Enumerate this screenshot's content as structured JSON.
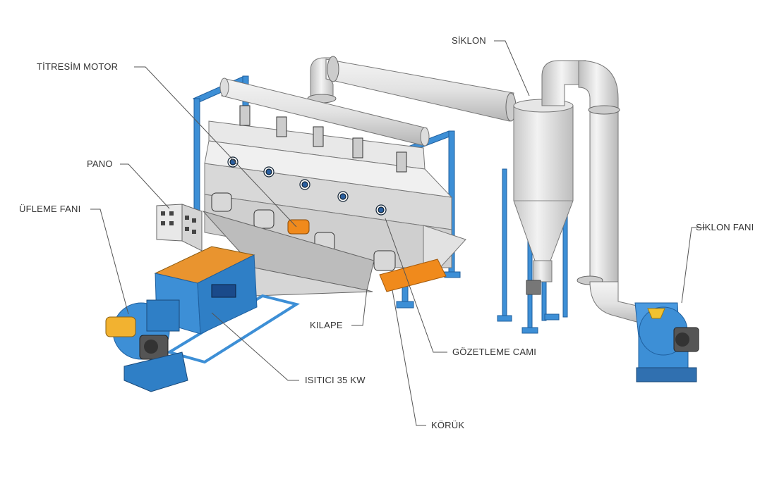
{
  "diagram": {
    "labels": {
      "siklon": "SİKLON",
      "titresim_motor": "TİTRESİM MOTOR",
      "pano": "PANO",
      "ufleme_fani": "ÜFLEME FANI",
      "siklon_fani": "SİKLON FANI",
      "kilape": "KILAPE",
      "gozetleme_cami": "GÖZETLEME CAMI",
      "isitici": "ISITICI 35 KW",
      "koruk": "KÖRÜK"
    },
    "colors": {
      "frame_blue": "#3d8fd6",
      "dark_blue": "#1f5f9e",
      "duct_grey": "#dcdcdc",
      "heater_orange": "#e9942f",
      "motor_orange": "#f08a1c",
      "leader_line": "#555555"
    }
  }
}
